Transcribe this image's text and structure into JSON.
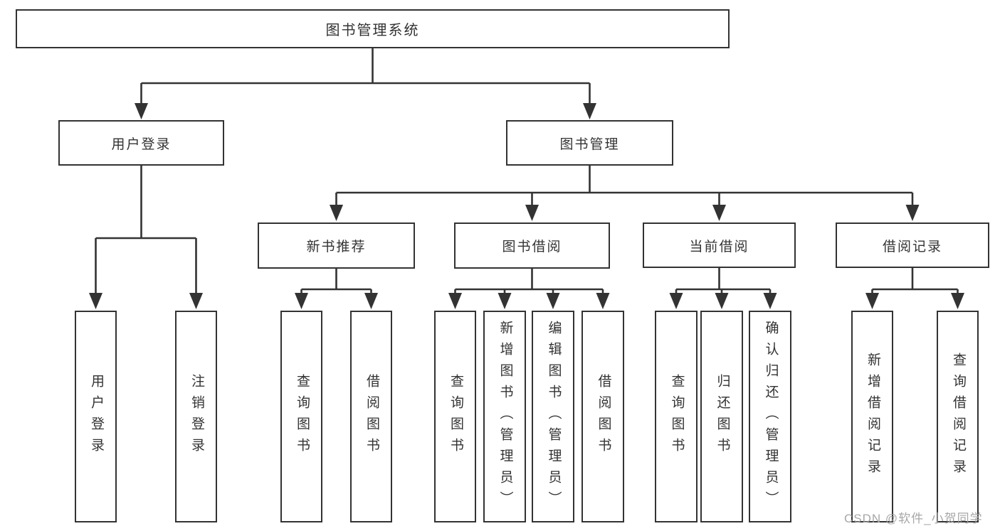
{
  "colors": {
    "line": "#333333",
    "text": "#333333",
    "box_background": "#ffffff",
    "page_background": "#ffffff",
    "watermark": "#a2a2a2"
  },
  "watermark": {
    "text": "CSDN @软件_小贺同学"
  },
  "tree": {
    "label": "图书管理系统",
    "children": [
      {
        "label": "用户登录",
        "children": [
          {
            "label": "用户登录"
          },
          {
            "label": "注销登录"
          }
        ]
      },
      {
        "label": "图书管理",
        "children": [
          {
            "label": "新书推荐",
            "children": [
              {
                "label": "查询图书"
              },
              {
                "label": "借阅图书"
              }
            ]
          },
          {
            "label": "图书借阅",
            "children": [
              {
                "label": "查询图书"
              },
              {
                "label": "新增图书（管理员）"
              },
              {
                "label": "编辑图书（管理员）"
              },
              {
                "label": "借阅图书"
              }
            ]
          },
          {
            "label": "当前借阅",
            "children": [
              {
                "label": "查询图书"
              },
              {
                "label": "归还图书"
              },
              {
                "label": "确认归还（管理员）"
              }
            ]
          },
          {
            "label": "借阅记录",
            "children": [
              {
                "label": "新增借阅记录"
              },
              {
                "label": "查询借阅记录"
              }
            ]
          }
        ]
      }
    ]
  }
}
